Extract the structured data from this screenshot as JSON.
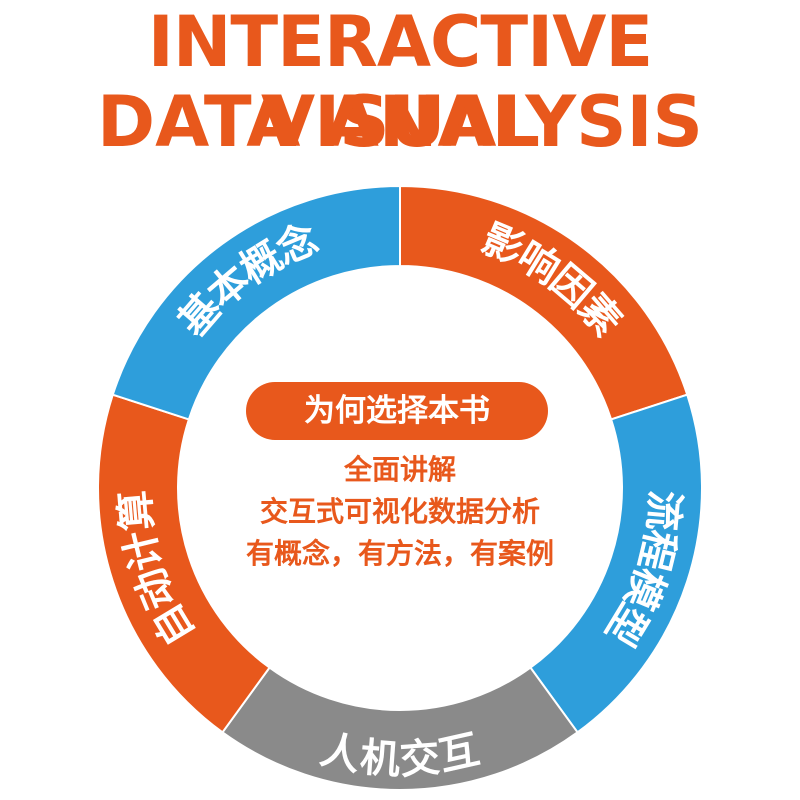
{
  "title": {
    "line1": "INTERACTIVE VISUAL",
    "line2": "DATA ANALYSIS"
  },
  "colors": {
    "orange": "#E8581C",
    "blue": "#2E9EDB",
    "gray": "#8A8A8A",
    "white": "#FFFFFF"
  },
  "ring": {
    "segments": [
      {
        "label": "影响因素",
        "color": "orange"
      },
      {
        "label": "流程模型",
        "color": "blue"
      },
      {
        "label": "人机交互",
        "color": "gray"
      },
      {
        "label": "自动计算",
        "color": "orange"
      },
      {
        "label": "基本概念",
        "color": "blue"
      }
    ]
  },
  "center": {
    "heading": "为何选择本书",
    "lines": [
      "全面讲解",
      "交互式可视化数据分析",
      "有概念，有方法，有案例"
    ]
  }
}
